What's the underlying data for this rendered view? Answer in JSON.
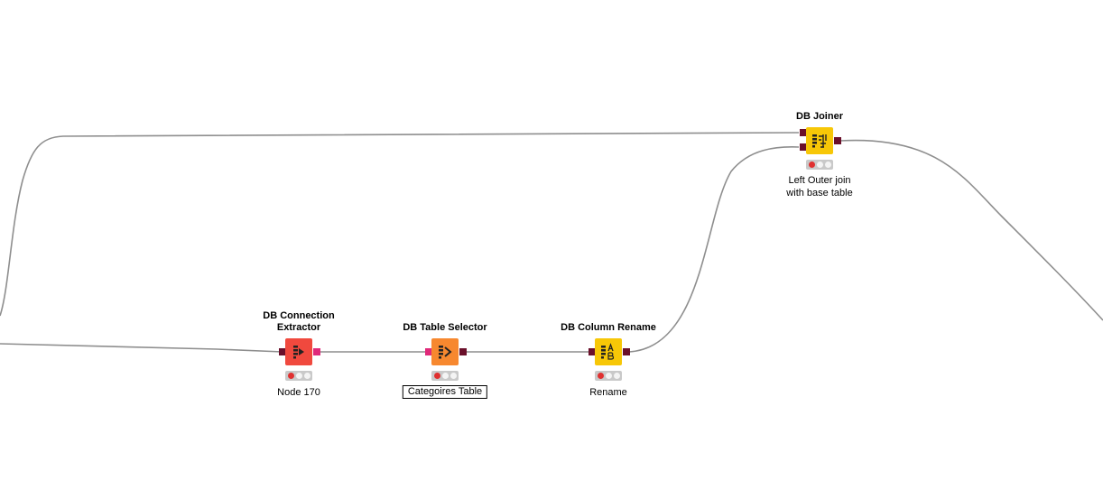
{
  "colors": {
    "connection": "#8e8e8e",
    "port_db": "#6a0f2a",
    "port_connection": "#e0297a",
    "status_red": "#e03030"
  },
  "nodes": [
    {
      "id": "db-connection-extractor",
      "title": "DB Connection Extractor",
      "title_lines": [
        "DB Connection",
        "Extractor"
      ],
      "label": "Node 170",
      "icon": "db-connection-extractor-icon",
      "color": "#f0493e",
      "status": "red"
    },
    {
      "id": "db-table-selector",
      "title": "DB Table Selector",
      "title_lines": [
        "DB Table Selector"
      ],
      "label": "Categoires Table",
      "icon": "db-table-selector-icon",
      "color": "#f7882f",
      "status": "red"
    },
    {
      "id": "db-column-rename",
      "title": "DB Column Rename",
      "title_lines": [
        "DB Column Rename"
      ],
      "label": "Rename",
      "icon": "db-column-rename-icon",
      "color": "#f7c707",
      "status": "red"
    },
    {
      "id": "db-joiner",
      "title": "DB Joiner",
      "title_lines": [
        "DB Joiner"
      ],
      "label": "Left Outer join with base table",
      "label_lines": [
        "Left Outer join",
        "with base table"
      ],
      "icon": "db-joiner-icon",
      "color": "#f7c707",
      "status": "red"
    }
  ]
}
